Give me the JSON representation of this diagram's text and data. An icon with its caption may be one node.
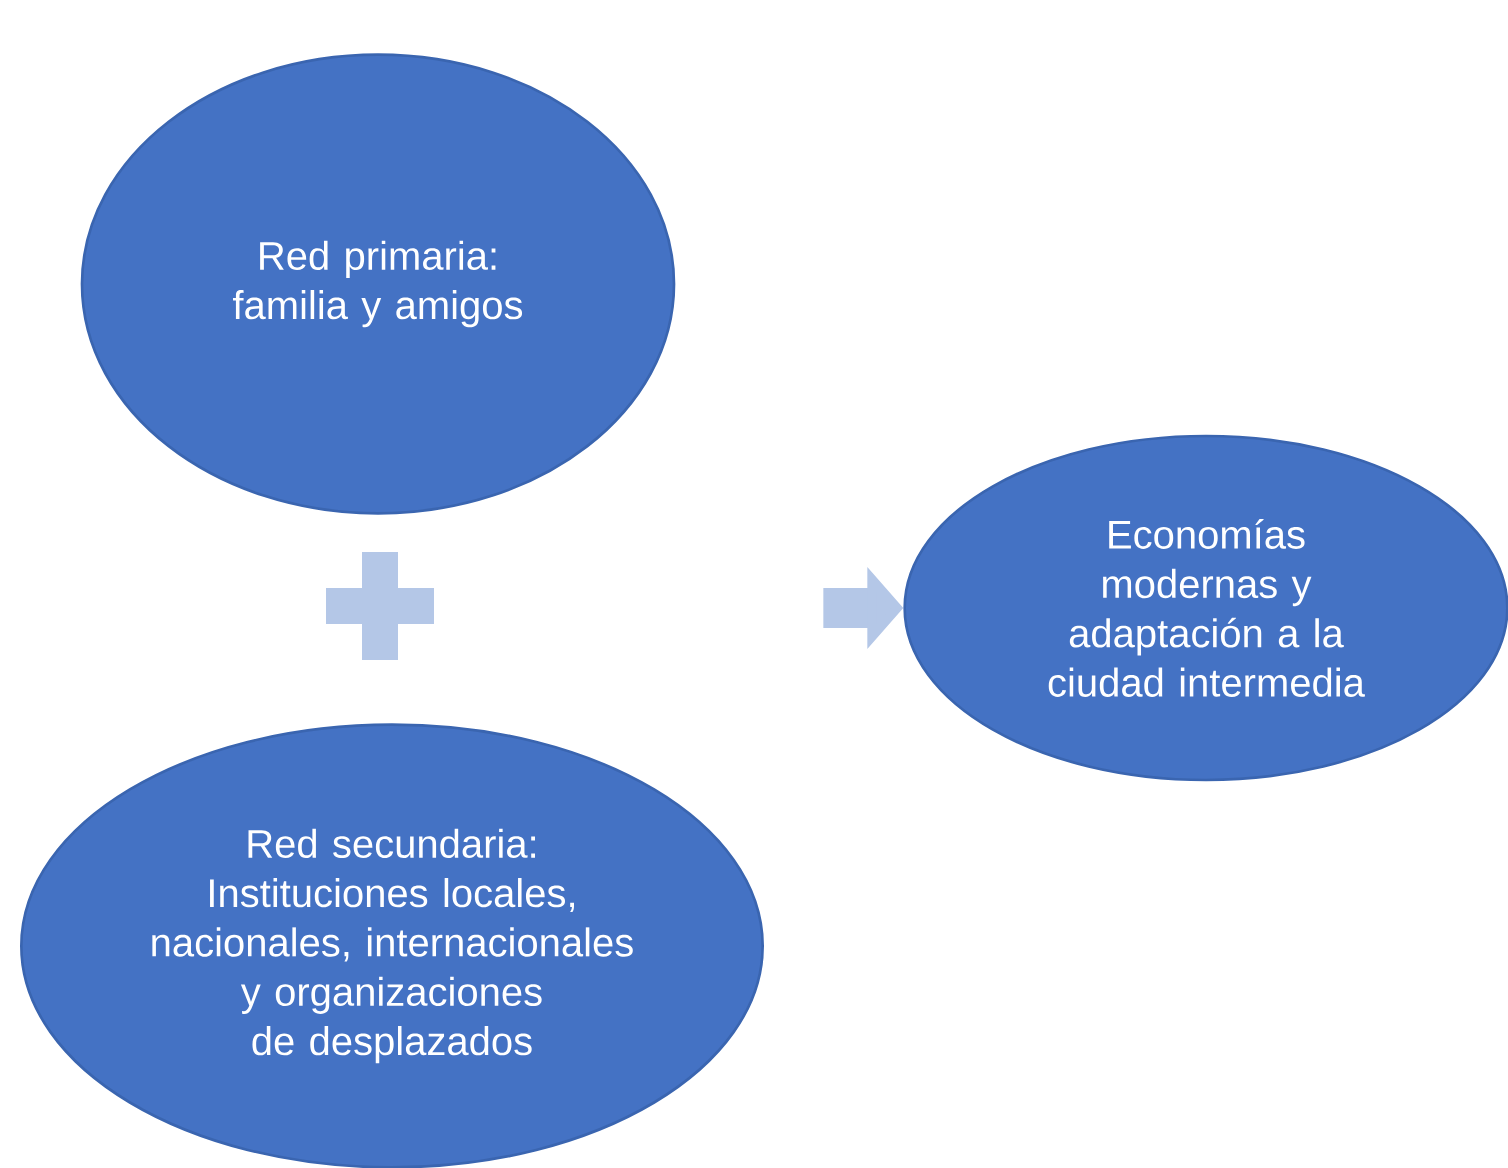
{
  "diagram": {
    "nodes": [
      {
        "text": [
          "Red primaria: familia y amigos"
        ]
      },
      {
        "text": [],
        "shape": "plus"
      },
      {
        "text": [
          "Red secundaria: Instituciones locales, nacionales, internacionales y organizaciones de desplazados"
        ]
      },
      {
        "text": [
          "Economías modernas y adaptación a la ciudad intermedia"
        ]
      }
    ],
    "edges": [
      {
        "from": null,
        "to": 3,
        "arrow": "to"
      }
    ]
  }
}
